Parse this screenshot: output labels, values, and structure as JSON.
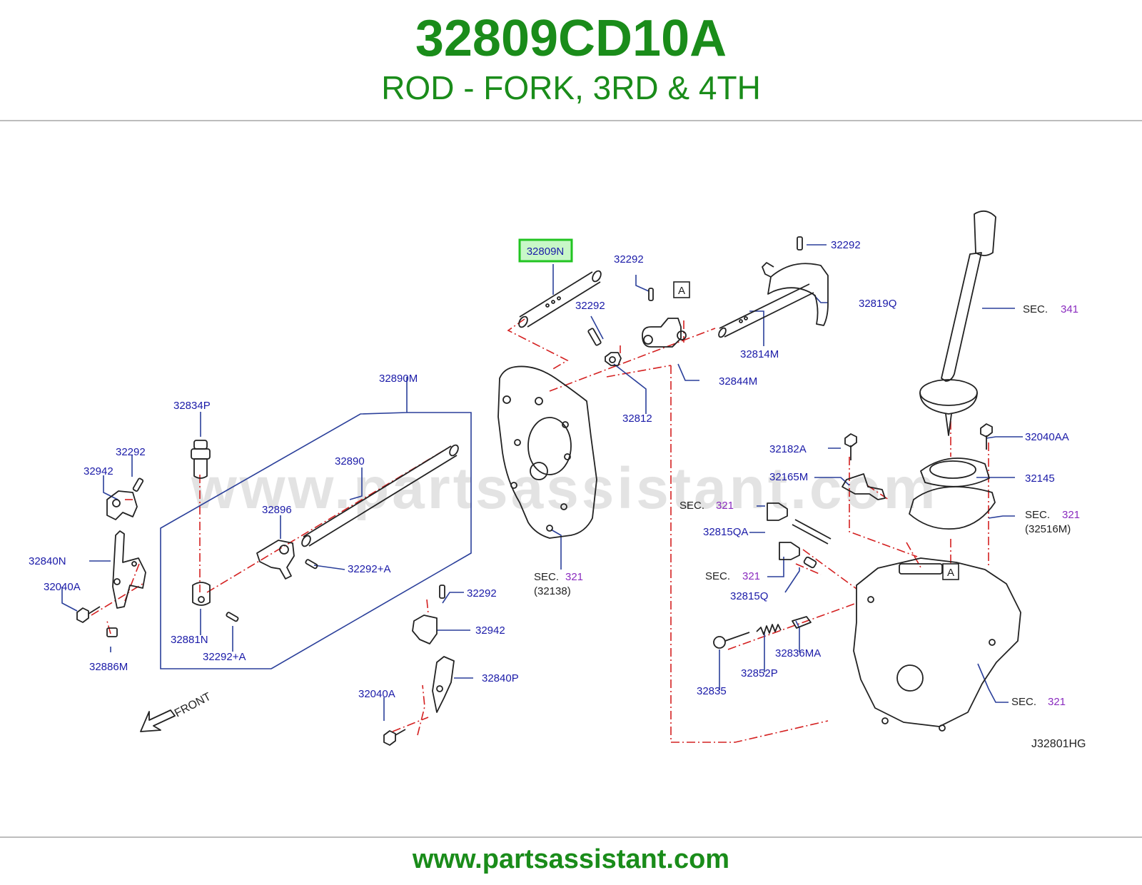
{
  "header": {
    "part_number": "32809CD10A",
    "part_name": "ROD - FORK, 3RD & 4TH"
  },
  "diagram": {
    "watermark": "www.partsassistant.com",
    "diagram_code": "J32801HG",
    "front_label": "FRONT",
    "highlighted_part": "32809N",
    "view_marker": "A",
    "sec_prefix": "SEC.",
    "labels": {
      "p32809N": "32809N",
      "p32292_a": "32292",
      "p32292_b": "32292",
      "p32292_c": "32292",
      "p32292_d": "32292",
      "p32292_e": "32292",
      "p32819Q": "32819Q",
      "p32814M": "32814M",
      "p32844M": "32844M",
      "p32812": "32812",
      "p32890M": "32890M",
      "p32890": "32890",
      "p32896": "32896",
      "p32292A_a": "32292+A",
      "p32292A_b": "32292+A",
      "p32834P": "32834P",
      "p32942_a": "32942",
      "p32942_b": "32942",
      "p32840N": "32840N",
      "p32840P": "32840P",
      "p32040A_a": "32040A",
      "p32040A_b": "32040A",
      "p32881N": "32881N",
      "p32886M": "32886M",
      "p32182A": "32182A",
      "p32165M": "32165M",
      "p32815QA": "32815QA",
      "p32815Q": "32815Q",
      "p32835": "32835",
      "p32852P": "32852P",
      "p32836MA": "32836MA",
      "p32040AA": "32040AA",
      "p32145": "32145",
      "p32516M": "(32516M)",
      "p32138": "(32138)"
    },
    "sections": {
      "s341": "341",
      "s321_a": "321",
      "s321_b": "321",
      "s321_c": "321",
      "s321_d": "321",
      "s321_e": "321"
    }
  },
  "footer": {
    "url": "www.partsassistant.com"
  },
  "colors": {
    "title_green": "#1a8c1a",
    "label_blue": "#1a1aa8",
    "section_purple": "#8a2bbf",
    "highlight_green": "#22c422",
    "highlight_fill": "#c8f7c8",
    "dash_red": "#d42020",
    "leader_blue": "#2a3f9a",
    "outline": "#222222",
    "watermark_gray": "#e3e3e3"
  }
}
